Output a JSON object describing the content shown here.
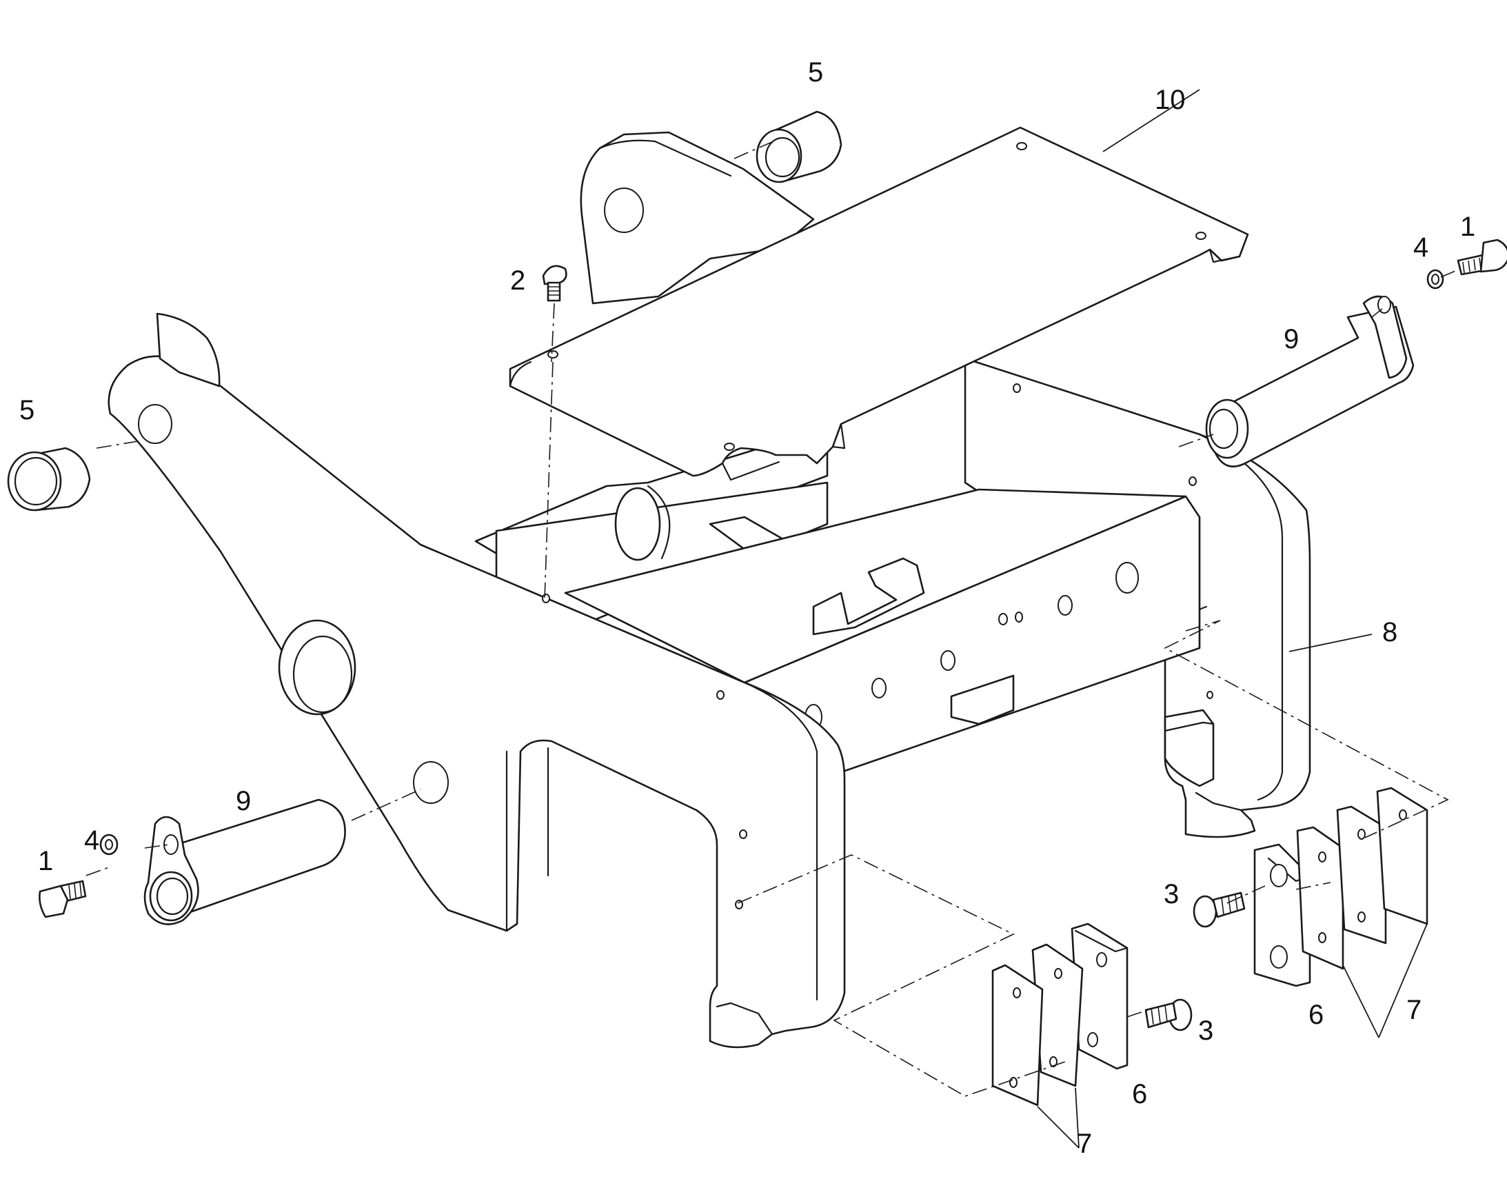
{
  "callouts": {
    "c1_right": "1",
    "c1_left": "1",
    "c2": "2",
    "c3_right": "3",
    "c3_bottom": "3",
    "c4_right": "4",
    "c4_left": "4",
    "c5_top": "5",
    "c5_left": "5",
    "c6_right": "6",
    "c6_bottom": "6",
    "c7_right": "7",
    "c7_bottom": "7",
    "c8": "8",
    "c9_right": "9",
    "c9_left": "9",
    "c10": "10"
  },
  "colors": {
    "line": "#1a1a1a",
    "background": "#ffffff"
  }
}
